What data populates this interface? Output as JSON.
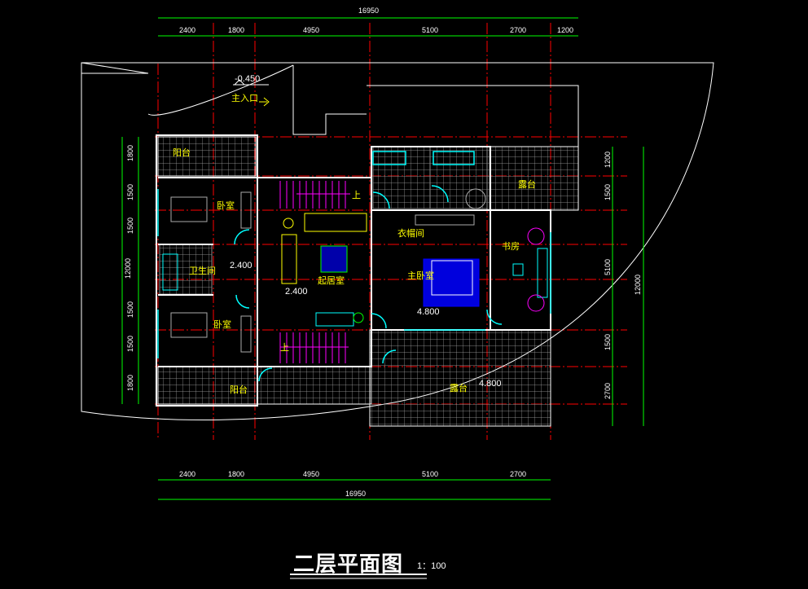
{
  "title": "二层平面图",
  "scale": "1：100",
  "entrance": {
    "level": "-0.450",
    "label": "主入口"
  },
  "rooms": {
    "balcony_nw": "阳台",
    "bedroom_n": "卧室",
    "bathroom": "卫生间",
    "bedroom_s": "卧室",
    "balcony_sw": "阳台",
    "living": "起居室",
    "walkin": "衣帽间",
    "master": "主卧室",
    "terrace_ne": "露台",
    "study": "书房",
    "terrace_s": "露台"
  },
  "stairs": {
    "up1": "上",
    "up2": "上"
  },
  "levels": {
    "l1": "2.400",
    "l2": "2.400",
    "l3": "4.800",
    "l4": "4.800"
  },
  "dims_top": {
    "total": "16950",
    "s": [
      "2400",
      "1800",
      "4950",
      "5100",
      "2700",
      "1200"
    ]
  },
  "dims_bottom": {
    "total": "16950",
    "s": [
      "2400",
      "1800",
      "4950",
      "5100",
      "2700"
    ]
  },
  "dims_left": {
    "total": "12000",
    "s": [
      "1800",
      "1500",
      "1500",
      "1500",
      "1500",
      "1800"
    ]
  },
  "dims_right": {
    "total": "12000",
    "s": [
      "1200",
      "1500",
      "5100",
      "1500",
      "2700"
    ]
  }
}
